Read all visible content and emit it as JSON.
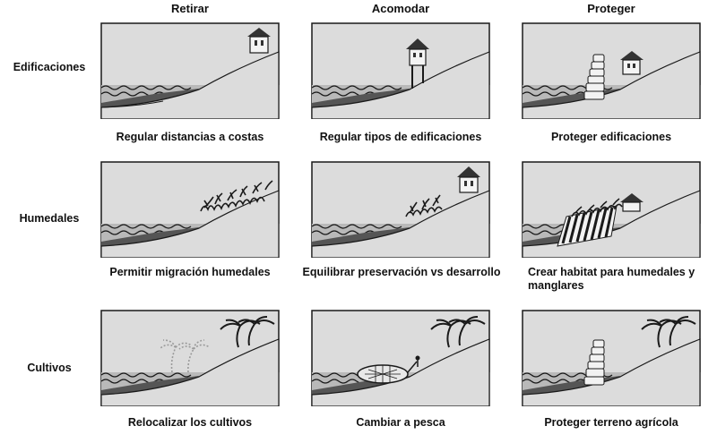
{
  "columns": [
    "Retirar",
    "Acomodar",
    "Proteger"
  ],
  "rows": [
    {
      "label": "Edificaciones",
      "captions": [
        "Regular distancias a costas",
        "Regular tipos de edificaciones",
        "Proteger edificaciones"
      ]
    },
    {
      "label": "Humedales",
      "captions": [
        "Permitir migración humedales",
        "Equilibrar preservación vs desarrollo",
        "Crear habitat para humedales y manglares"
      ]
    },
    {
      "label": "Cultivos",
      "captions": [
        "Relocalizar los cultivos",
        "Cambiar a pesca",
        "Proteger terreno agrícola"
      ]
    }
  ],
  "colors": {
    "panel_bg": "#dcdcdc",
    "water": "#b9b9b9",
    "ground_dark": "#555555",
    "outline": "#1a1a1a"
  },
  "icons": [
    "house-icon",
    "wave-icon",
    "seawall-icon",
    "wetland-plant-icon",
    "palm-tree-icon",
    "fishing-net-icon"
  ]
}
